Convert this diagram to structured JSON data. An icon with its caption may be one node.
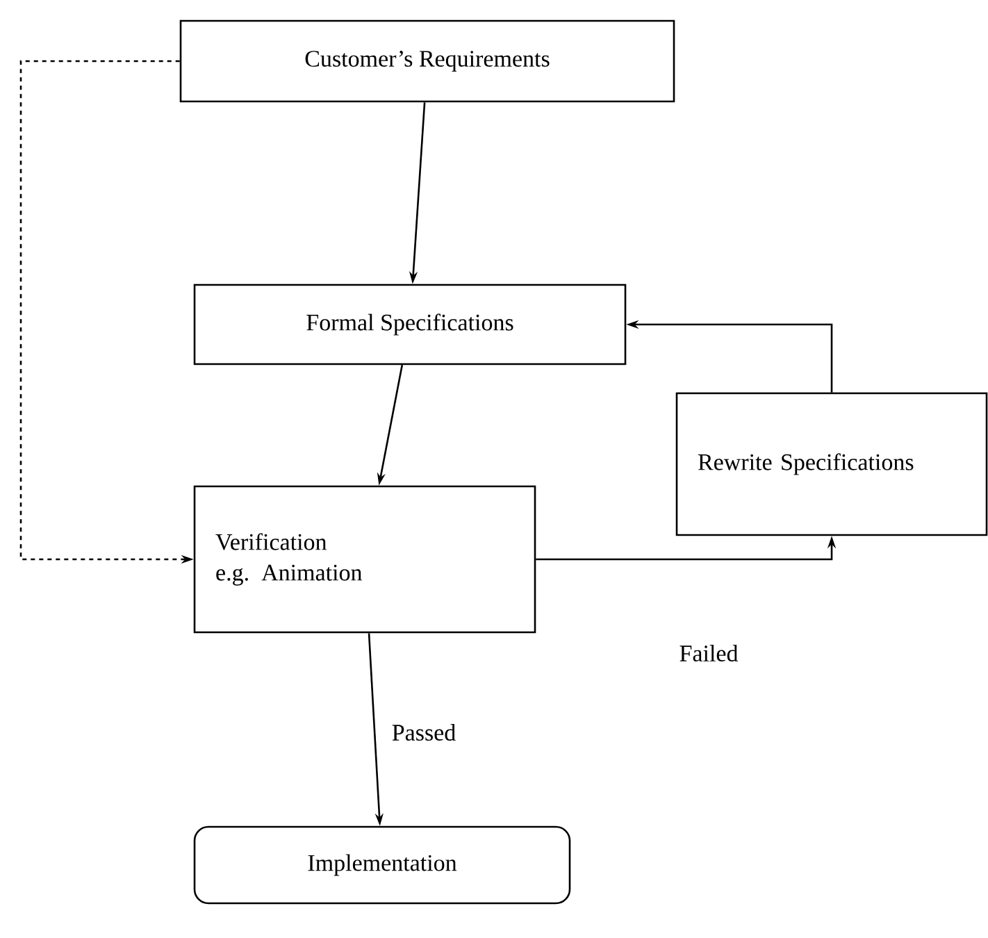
{
  "diagram": {
    "nodes": [
      {
        "text": [
          "Customer’s Requirements"
        ]
      },
      {
        "text": [
          "Formal Specifications"
        ]
      },
      {
        "text": [
          "Rewrite Specifications"
        ]
      },
      {
        "text": [
          "Verification",
          "e.g. Animation"
        ]
      },
      {
        "text": [
          "Implementation"
        ]
      }
    ],
    "edges": [
      {
        "from": 0,
        "to": 1,
        "arrow": "to"
      },
      {
        "from": 1,
        "to": 3,
        "arrow": "to"
      },
      {
        "from": 3,
        "to": 2,
        "arrow": "to",
        "label": "Failed"
      },
      {
        "from": 2,
        "to": 1,
        "arrow": "to"
      },
      {
        "from": 3,
        "to": 4,
        "arrow": "to",
        "label": "Passed"
      },
      {
        "from": 0,
        "to": 3,
        "arrow": "to",
        "style": "dashed"
      }
    ]
  }
}
